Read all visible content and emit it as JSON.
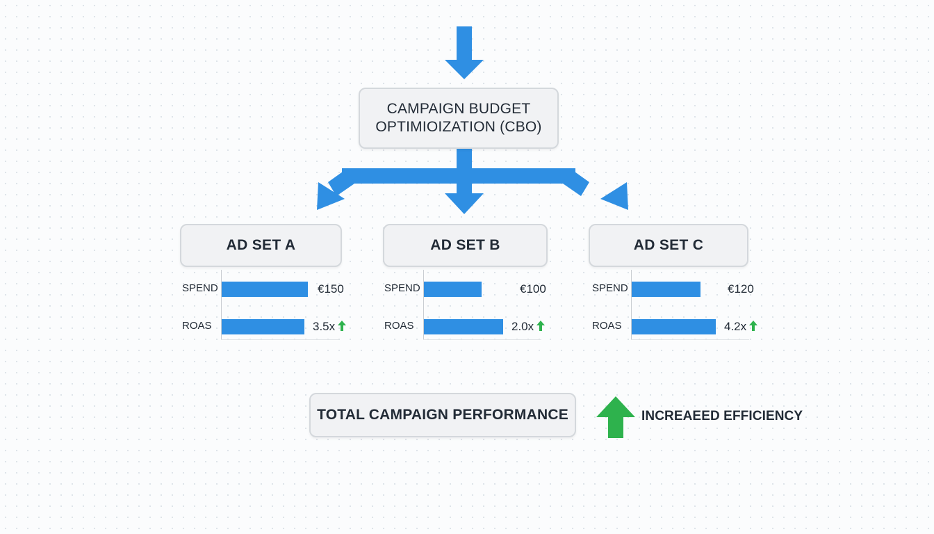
{
  "cbo": {
    "line1": "CAMPAIGN BUDGET",
    "line2": "OPTIMIOIZATION (CBO)"
  },
  "ad_sets": [
    {
      "name": "AD SET A",
      "spend_label": "SPEND",
      "spend_value": "€150",
      "spend": 150,
      "roas_label": "ROAS",
      "roas_value": "3.5x",
      "roas": 3.5
    },
    {
      "name": "AD SET B",
      "spend_label": "SPEND",
      "spend_value": "€100",
      "spend": 100,
      "roas_label": "ROAS",
      "roas_value": "2.0x",
      "roas": 2.0
    },
    {
      "name": "AD SET C",
      "spend_label": "SPEND",
      "spend_value": "€120",
      "spend": 120,
      "roas_label": "ROAS",
      "roas_value": "4.2x",
      "roas": 4.2
    }
  ],
  "total": {
    "label": "TOTAL CAMPAIGN PERFORMANCE"
  },
  "efficiency": {
    "label": "INCREAEED EFFICIENCY",
    "icon": "up-arrow-icon"
  },
  "colors": {
    "flow_arrow": "#2f8fe3",
    "bar": "#2f8fe3",
    "increase": "#2eb24d",
    "box_fill": "#f1f2f4",
    "box_border": "#d4d8dc",
    "text": "#222b36"
  }
}
